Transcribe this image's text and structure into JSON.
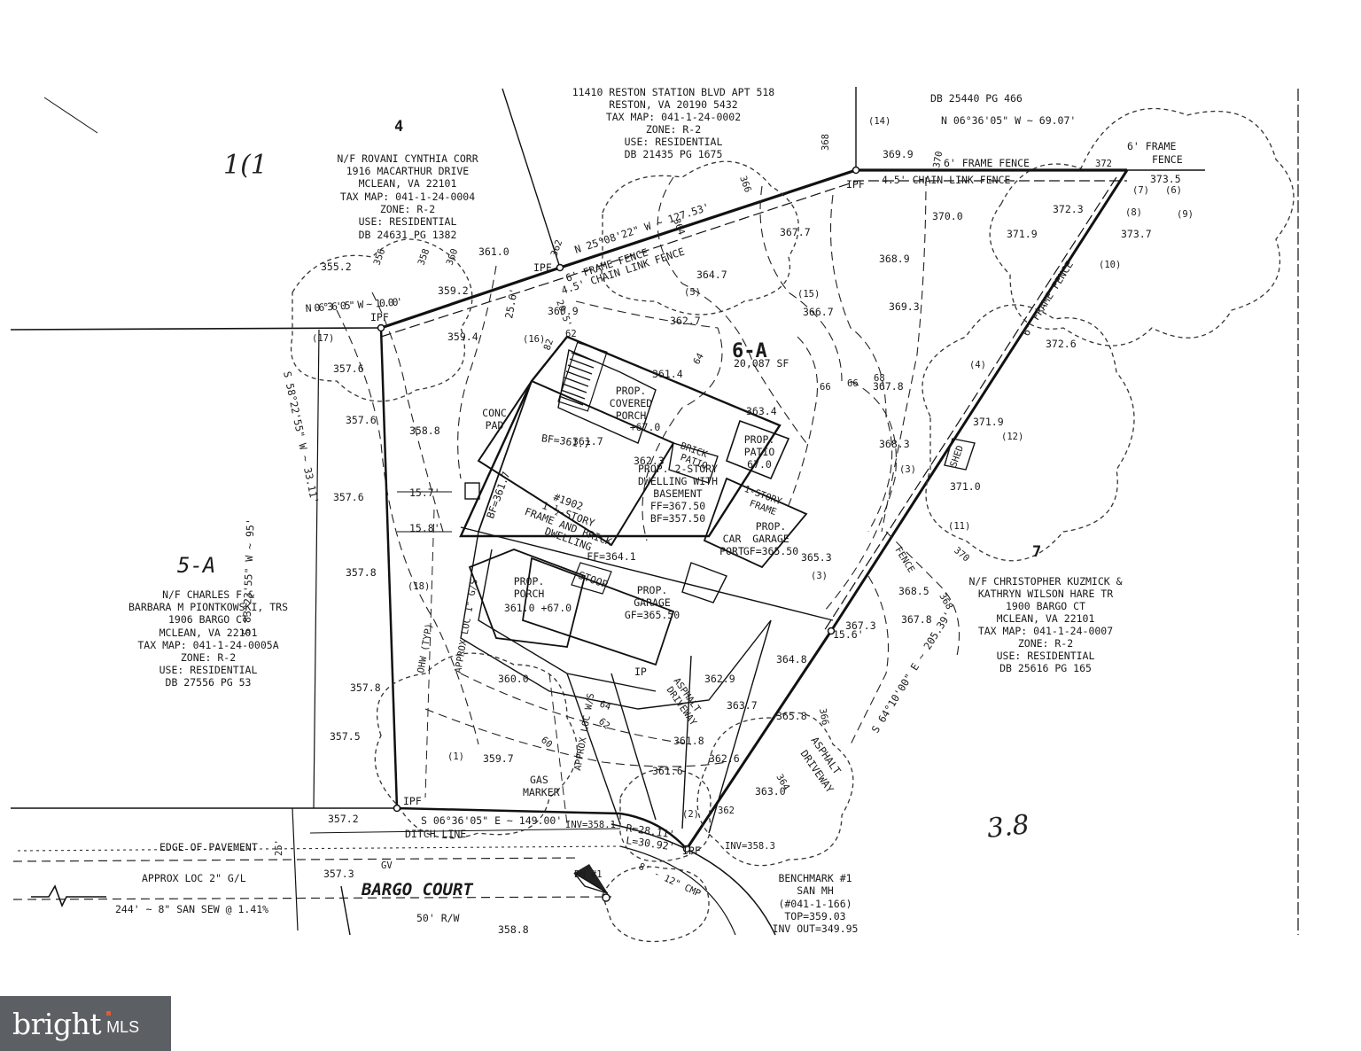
{
  "lot": {
    "number": "6-A",
    "area": "20,087 SF"
  },
  "lot_numbers": {
    "north_left": "4",
    "east": "7",
    "west": "5-A"
  },
  "handwriting": {
    "top_left": "1(1",
    "bottom_right": "3.8"
  },
  "adjoiners": {
    "north_left": [
      "N/F ROVANI CYNTHIA CORR",
      "1916 MACARTHUR DRIVE",
      "MCLEAN, VA 22101",
      "TAX MAP: 041-1-24-0004",
      "ZONE: R-2",
      "USE: RESIDENTIAL",
      "DB 24631 PG 1382"
    ],
    "north_center": [
      "11410 RESTON STATION BLVD APT 518",
      "RESTON, VA 20190 5432",
      "TAX MAP: 041-1-24-0002",
      "ZONE: R-2",
      "USE: RESIDENTIAL",
      "DB 21435 PG 1675"
    ],
    "north_right": [
      "DB 25440 PG 466"
    ],
    "west": [
      "N/F CHARLES F &",
      "BARBARA M PIONTKOWSKI, TRS",
      "1906 BARGO CT",
      "MCLEAN, VA 22101",
      "TAX MAP: 041-1-24-0005A",
      "ZONE: R-2",
      "USE: RESIDENTIAL",
      "DB 27556 PG 53"
    ],
    "east": [
      "N/F CHRISTOPHER KUZMICK &",
      "KATHRYN WILSON HARE TR",
      "1900 BARGO CT",
      "MCLEAN, VA 22101",
      "TAX MAP: 041-1-24-0007",
      "ZONE: R-2",
      "USE: RESIDENTIAL",
      "DB 25616 PG 165"
    ]
  },
  "bearings": {
    "north_short": "N 06°36'05\" W ~ 10.00'",
    "north_main": "N 25°08'22\" W ~ 127.53'",
    "north_right": "N 06°36'05\" W ~ 69.07'",
    "west_upper": "S 58°22'55\" W ~ 33.11'",
    "west_main": "S 83°23'55\" W ~ 95'",
    "south": "S 06°36'05\" E ~ 149.00'",
    "east": "S 64°10'00\" E ~ 205.39'"
  },
  "structures": {
    "existing": [
      "#1902",
      "1 ½-STORY",
      "FRAME AND BRICK",
      "DWELLING",
      "FF=364.1"
    ],
    "proposed": [
      "PROP. 2-STORY",
      "DWELLING WITH",
      "BASEMENT",
      "FF=367.50",
      "BF=357.50"
    ],
    "covered_porch": [
      "PROP.",
      "COVERED",
      "PORCH",
      "+67.0"
    ],
    "patio": [
      "PROP.",
      "PATIO",
      "67.0"
    ],
    "brick_patio": [
      "BRICK",
      "PATIO"
    ],
    "story_frame": [
      "1-STORY",
      "FRAME"
    ],
    "prop_garage_right": [
      "PROP.",
      "GARAGE",
      "GF=365.50"
    ],
    "prop_garage_center": [
      "PROP.",
      "GARAGE",
      "GF=365.50"
    ],
    "prop_porch": [
      "PROP.",
      "PORCH",
      "361.0 +67.0"
    ],
    "carport": [
      "CAR",
      "PORT"
    ],
    "conc_pad": [
      "CONC",
      "PAD"
    ],
    "stoop": "STOOP",
    "shed": "SHED",
    "bf_left": "BF=361.7",
    "bf_top": "BF=361.7"
  },
  "fences": {
    "frame_top": "6' FRAME FENCE",
    "chain_top": "4.5' CHAIN LINK FENCE",
    "frame_right_top": "6' FRAME FENCE",
    "chain_right_top": "4.5' CHAIN LINK FENCE",
    "frame_corner": [
      "6' FRAME",
      "FENCE"
    ],
    "frame_east": "6' FRAME FENCE",
    "fence_east_small": "FENCE"
  },
  "road": {
    "name": "BARGO COURT",
    "row": "50' R/W",
    "edge": "EDGE OF PAVEMENT",
    "gas": "APPROX LOC 2\" G/L",
    "sewer": "244' ~ 8\" SAN SEW @ 1.41%",
    "ditch": "DITCH LINE",
    "curve1": "R=28.11'",
    "curve2": "L=30.92'",
    "inv_left": "INV=358.1",
    "inv_right": "INV=358.3",
    "cmp": "8' - 12\" CMP",
    "gas_marker": [
      "GAS",
      "MARKER"
    ],
    "gv": "GV",
    "bm": "BM #1",
    "width_25": "25'"
  },
  "benchmark": [
    "BENCHMARK #1",
    "SAN MH",
    "(#041-1-166)",
    "TOP=359.03",
    "INV OUT=349.95"
  ],
  "driveways": {
    "asphalt_right": [
      "ASPHALT",
      "DRIVEWAY"
    ],
    "asphalt_center": [
      "ASPHALT",
      "DRIVEWAY"
    ]
  },
  "utilities": {
    "ohw": "OHW (TYP)",
    "gs": "APPROX LOC 1\" G/S",
    "ws": "APPROX LOC W/S",
    "ip": "IP"
  },
  "dims": {
    "d157": "15.7'",
    "d158": "15.8'",
    "d256": "25.6'",
    "d205": "20.5'",
    "d156": "15.6'"
  },
  "elevations": [
    "355.2",
    "361.0",
    "359.2",
    "360.9",
    "359.4",
    "357.6",
    "357.6",
    "358.8",
    "357.6",
    "357.8",
    "357.8",
    "357.5",
    "357.2",
    "357.3",
    "358.8",
    "360.0",
    "359.7",
    "361.8",
    "361.6",
    "362.6",
    "362.9",
    "363.7",
    "365.8",
    "363.0",
    "367.3",
    "364.8",
    "367.8",
    "368.5",
    "365.3",
    "364.7",
    "362.7",
    "366.7",
    "367.7",
    "368.9",
    "369.3",
    "370.0",
    "369.9",
    "372.3",
    "373.5",
    "373.7",
    "371.9",
    "372.6",
    "371.9",
    "371.0",
    "368.3",
    "367.8",
    "361.4",
    "363.4",
    "362.3",
    "361.7"
  ],
  "tree_ids": [
    "(1)",
    "(2)",
    "(3)",
    "(3)",
    "(4)",
    "(5)",
    "(6)",
    "(7)",
    "(8)",
    "(9)",
    "(10)",
    "(11)",
    "(12)",
    "(14)",
    "(15)",
    "(16)",
    "(17)",
    "(18)"
  ],
  "iron_pins": [
    "IPF",
    "IPF",
    "IPF",
    "IPF",
    "IPF"
  ],
  "contours": [
    "356",
    "358",
    "360",
    "362",
    "364",
    "366",
    "368",
    "370",
    "372",
    "362",
    "364",
    "366",
    "368",
    "370",
    "60",
    "62",
    "64",
    "66",
    "68",
    "82",
    "62",
    "64",
    "66"
  ],
  "logo": {
    "word": "bright",
    "suffix": "MLS"
  }
}
